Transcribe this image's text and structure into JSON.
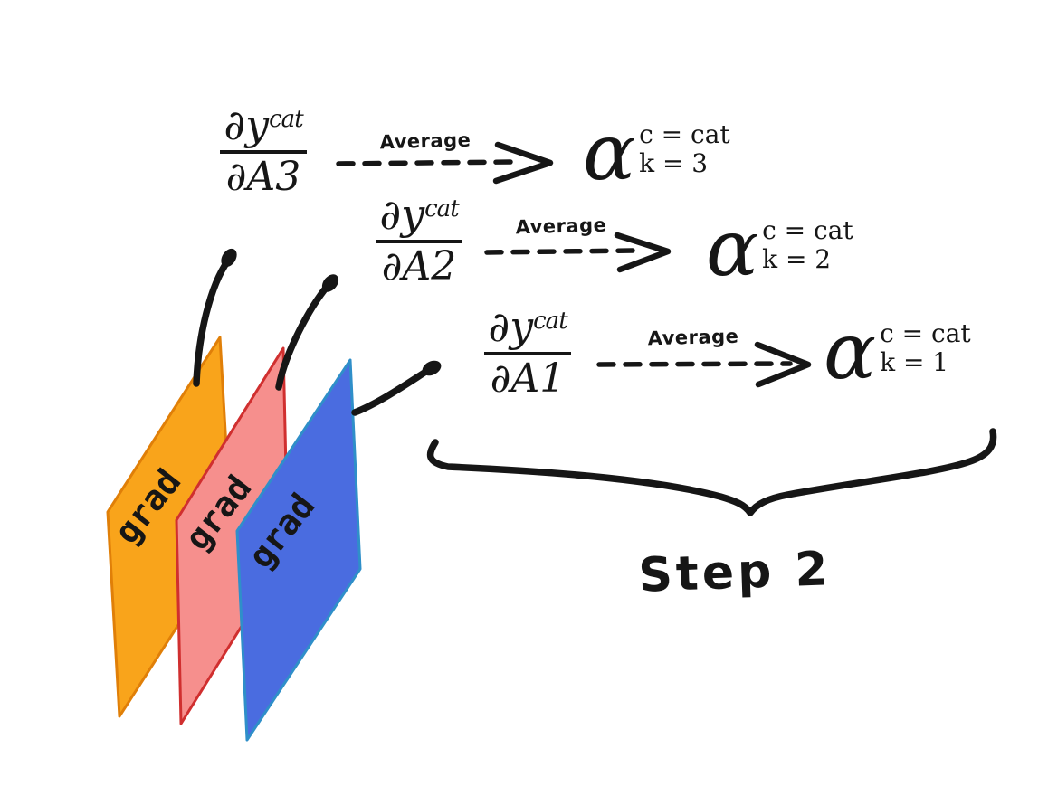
{
  "colors": {
    "bg": "#ffffff",
    "ink": "#161616",
    "plane1_fill": "#F9A41B",
    "plane1_stroke": "#E07F08",
    "plane2_fill": "#F68F8D",
    "plane2_stroke": "#D02F2F",
    "plane3_fill": "#4A6CE0",
    "plane3_stroke": "#2F8FC9"
  },
  "rows": [
    {
      "num_base": "∂y",
      "num_sup": "cat",
      "den": "∂A3",
      "arrow_label": "Average",
      "alpha_base": "α",
      "alpha_sup": "c = cat",
      "alpha_sub": "k = 3"
    },
    {
      "num_base": "∂y",
      "num_sup": "cat",
      "den": "∂A2",
      "arrow_label": "Average",
      "alpha_base": "α",
      "alpha_sup": "c = cat",
      "alpha_sub": "k = 2"
    },
    {
      "num_base": "∂y",
      "num_sup": "cat",
      "den": "∂A1",
      "arrow_label": "Average",
      "alpha_base": "α",
      "alpha_sup": "c = cat",
      "alpha_sub": "k = 1"
    }
  ],
  "planes": [
    {
      "label": "grad"
    },
    {
      "label": "grad"
    },
    {
      "label": "grad"
    }
  ],
  "step_label": "Step 2"
}
